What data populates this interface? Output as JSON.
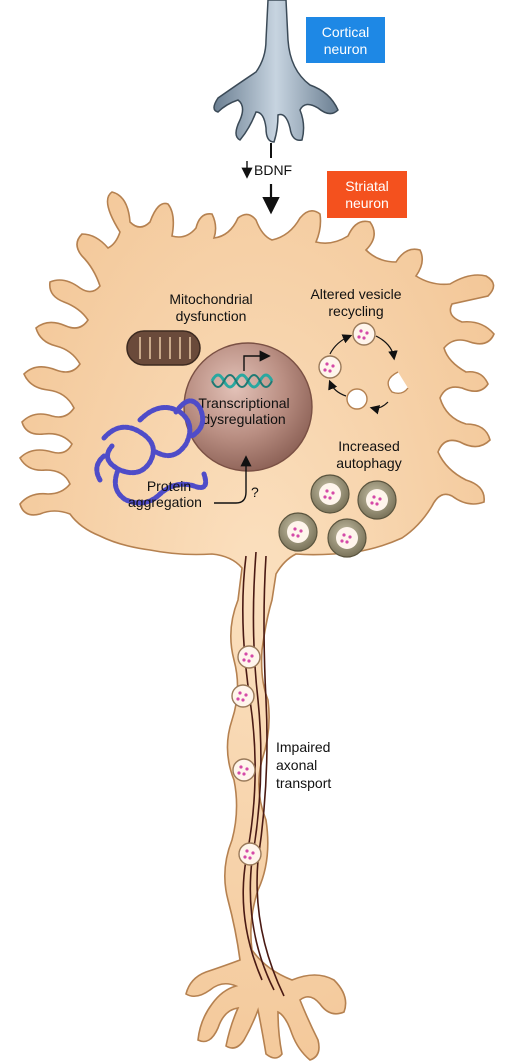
{
  "colors": {
    "cortical_box": "#1e88e5",
    "striatal_box": "#f4511e",
    "cell_fill": "#f7d2a6",
    "cell_stroke": "#b58150",
    "nucleus": "#a8786a",
    "dna": "#2aa8a0",
    "protein": "#4f4cc8",
    "mitochondrion": "#6a4a3a",
    "microtubule": "#4a1a14",
    "vesicle_dot": "#d54aa8"
  },
  "boxes": {
    "cortical_line1": "Cortical",
    "cortical_line2": "neuron",
    "striatal_line1": "Striatal",
    "striatal_line2": "neuron"
  },
  "labels": {
    "bdnf": "BDNF",
    "mito_line1": "Mitochondrial",
    "mito_line2": "dysfunction",
    "vesicle_line1": "Altered vesicle",
    "vesicle_line2": "recycling",
    "transcription_line1": "Transcriptional",
    "transcription_line2": "dysregulation",
    "autophagy_line1": "Increased",
    "autophagy_line2": "autophagy",
    "protein_line1": "Protein",
    "protein_line2": "aggregation",
    "question": "?",
    "transport_line1": "Impaired",
    "transport_line2": "axonal",
    "transport_line3": "transport"
  },
  "icons": [
    "bdnf-down-arrow-icon",
    "transcription-start-arrow-icon",
    "cycle-arrow-icon",
    "dna-strand-icon",
    "protein-coil-icon",
    "mitochondrion-icon",
    "autophagosome-icon",
    "vesicle-icon"
  ]
}
